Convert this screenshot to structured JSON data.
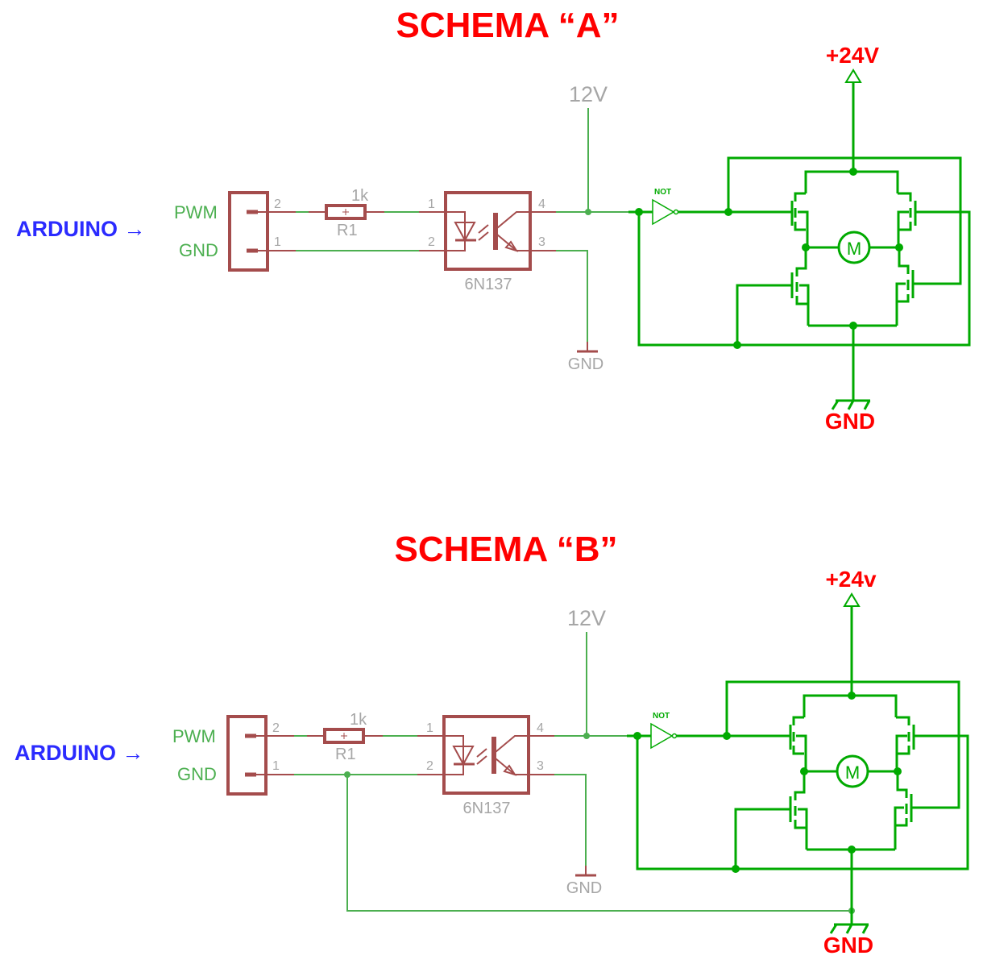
{
  "diagrams": [
    {
      "id": "A",
      "title": "SCHEMA “A”",
      "source_label": "ARDUINO →",
      "connector": {
        "pins": [
          {
            "number": "2",
            "label": "PWM"
          },
          {
            "number": "1",
            "label": "GND"
          }
        ]
      },
      "resistor": {
        "value": "1k",
        "ref": "R1"
      },
      "optocoupler": {
        "part": "6N137",
        "pins": [
          "1",
          "2",
          "4",
          "3"
        ]
      },
      "supply_logic": "12V",
      "logic_ground": "GND",
      "inverter_label": "NOT",
      "motor_label": "M",
      "supply_power": "+24V",
      "power_ground": "GND",
      "shared_ground": false
    },
    {
      "id": "B",
      "title": "SCHEMA “B”",
      "source_label": "ARDUINO →",
      "connector": {
        "pins": [
          {
            "number": "2",
            "label": "PWM"
          },
          {
            "number": "1",
            "label": "GND"
          }
        ]
      },
      "resistor": {
        "value": "1k",
        "ref": "R1"
      },
      "optocoupler": {
        "part": "6N137",
        "pins": [
          "1",
          "2",
          "4",
          "3"
        ]
      },
      "supply_logic": "12V",
      "logic_ground": "GND",
      "inverter_label": "NOT",
      "motor_label": "M",
      "supply_power": "+24v",
      "power_ground": "GND",
      "shared_ground": true
    }
  ]
}
